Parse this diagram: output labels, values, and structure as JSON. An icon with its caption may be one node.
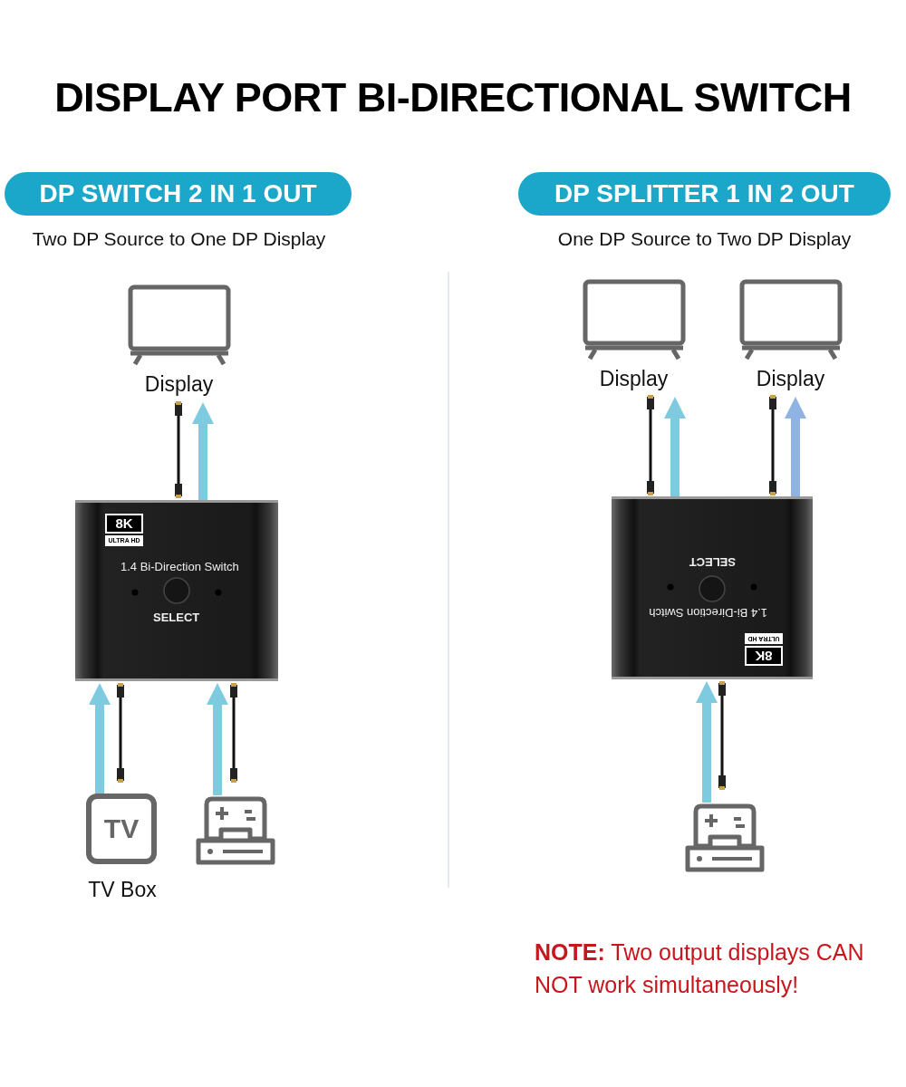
{
  "diagram": {
    "title": "DISPLAY PORT BI-DIRECTIONAL SWITCH",
    "nodes": [
      {
        "text": [
          "Display"
        ]
      },
      {
        "text": [
          "8K",
          "ULTRA HD",
          "1.4 Bi-Direction Switch",
          "SELECT"
        ]
      },
      {
        "text": [
          "TV",
          "TV Box"
        ]
      },
      {
        "text": [],
        "shape": "picture"
      },
      {
        "text": [
          "Display"
        ]
      },
      {
        "text": [
          "Display"
        ]
      },
      {
        "text": [
          "8K",
          "ULTRA HD",
          "1.4 Bi-Direction Switch",
          "SELECT"
        ]
      },
      {
        "text": [],
        "shape": "picture"
      }
    ],
    "edges": [
      {
        "from": 1,
        "to": 0,
        "arrow": "to"
      },
      {
        "from": 2,
        "to": 1,
        "arrow": "to"
      },
      {
        "from": 3,
        "to": 1,
        "arrow": "to"
      },
      {
        "from": 6,
        "to": 4,
        "arrow": "to"
      },
      {
        "from": 6,
        "to": 5,
        "arrow": "to",
        "color": "#8fb3e3"
      },
      {
        "from": 7,
        "to": 6,
        "arrow": "to"
      }
    ],
    "labels": [
      "DP SWITCH 2 IN 1 OUT",
      "Two DP Source to One DP Display",
      "DP SPLITTER 1 IN 2 OUT",
      "One DP Source to Two DP Display",
      "**NOTE:** Two output displays CAN NOT work simultaneously!"
    ]
  }
}
